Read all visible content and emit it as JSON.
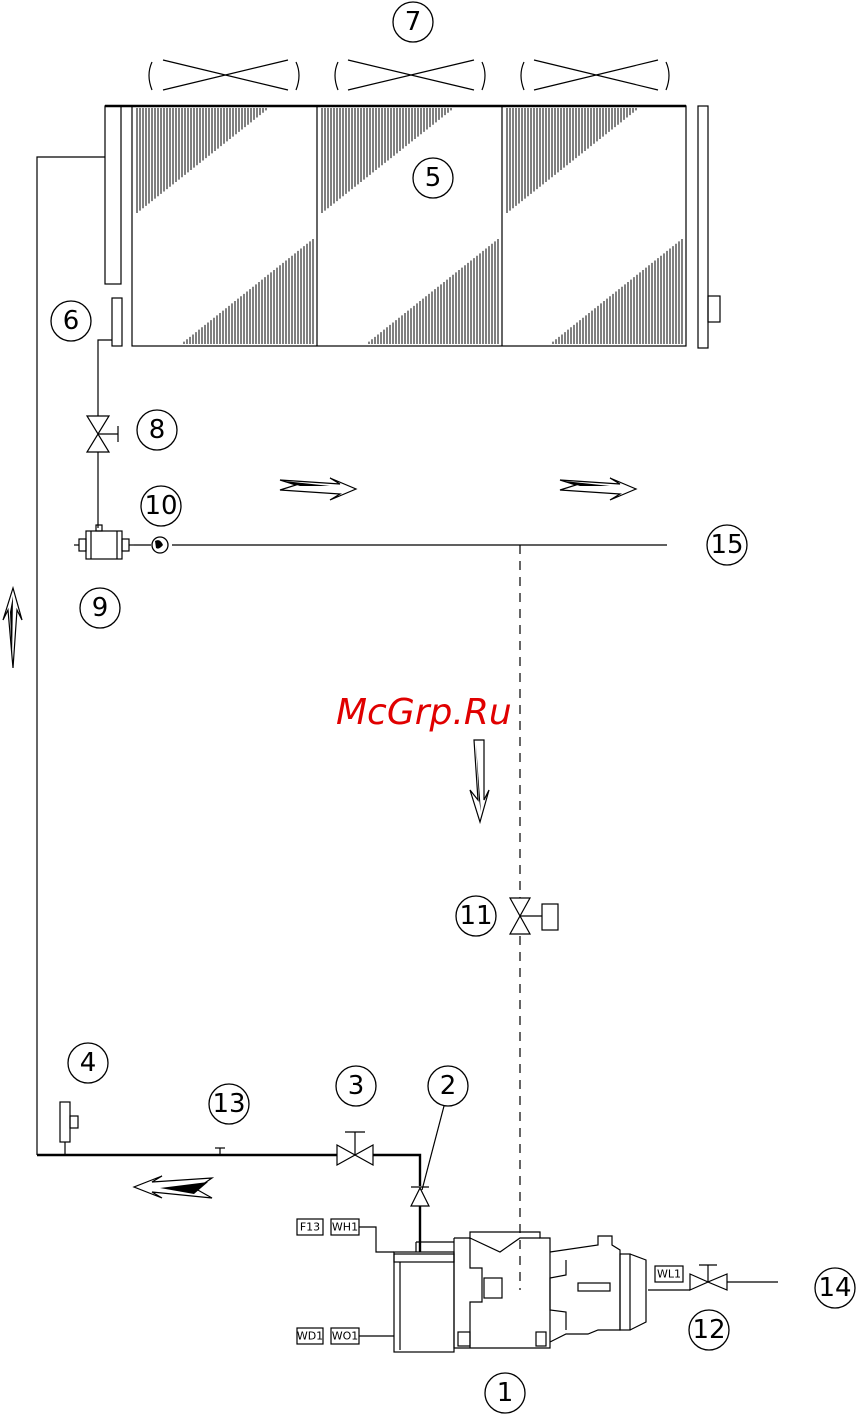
{
  "watermark": "McGrp.Ru",
  "callouts": {
    "c1": "1",
    "c2": "2",
    "c3": "3",
    "c4": "4",
    "c5": "5",
    "c6": "6",
    "c7": "7",
    "c8": "8",
    "c9": "9",
    "c10": "10",
    "c11": "11",
    "c12": "12",
    "c13": "13",
    "c14": "14",
    "c15": "15"
  },
  "sensor_tags": {
    "f13": "F13",
    "wh1": "WH1",
    "wd1": "WD1",
    "wo1": "WO1",
    "wl1": "WL1"
  },
  "colors": {
    "line": "#000000",
    "watermark": "#e00000",
    "background": "#ffffff"
  }
}
